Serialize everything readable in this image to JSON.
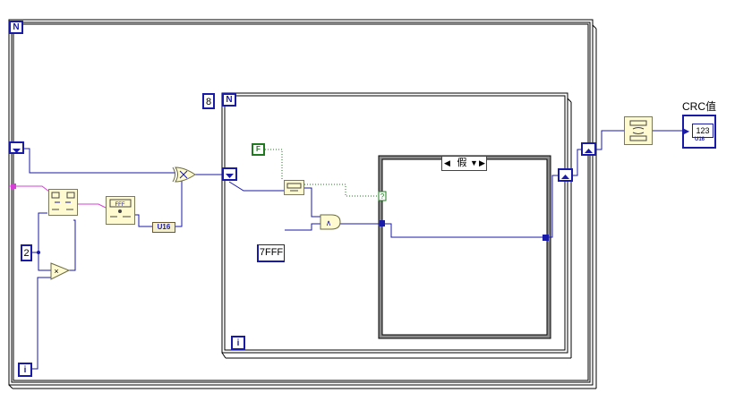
{
  "outer_for_loop": {
    "count_terminal": "N",
    "iteration_terminal": "i"
  },
  "inner_for_loop": {
    "count_terminal": "N",
    "iteration_terminal": "i",
    "count_constant": "8"
  },
  "constants": {
    "two": "2",
    "hex_mask": "7FFF",
    "bool_false": "F"
  },
  "case_structure": {
    "selector_value": "假"
  },
  "conversion": {
    "u16_label": "U16"
  },
  "indicator": {
    "label": "CRC值",
    "display": "123",
    "type_badge": "U16"
  },
  "colors": {
    "wire_blue": "#1a1aa8",
    "wire_pink": "#d63fd6",
    "wire_green": "#1f7a1f",
    "node_fill": "#fffad0"
  }
}
